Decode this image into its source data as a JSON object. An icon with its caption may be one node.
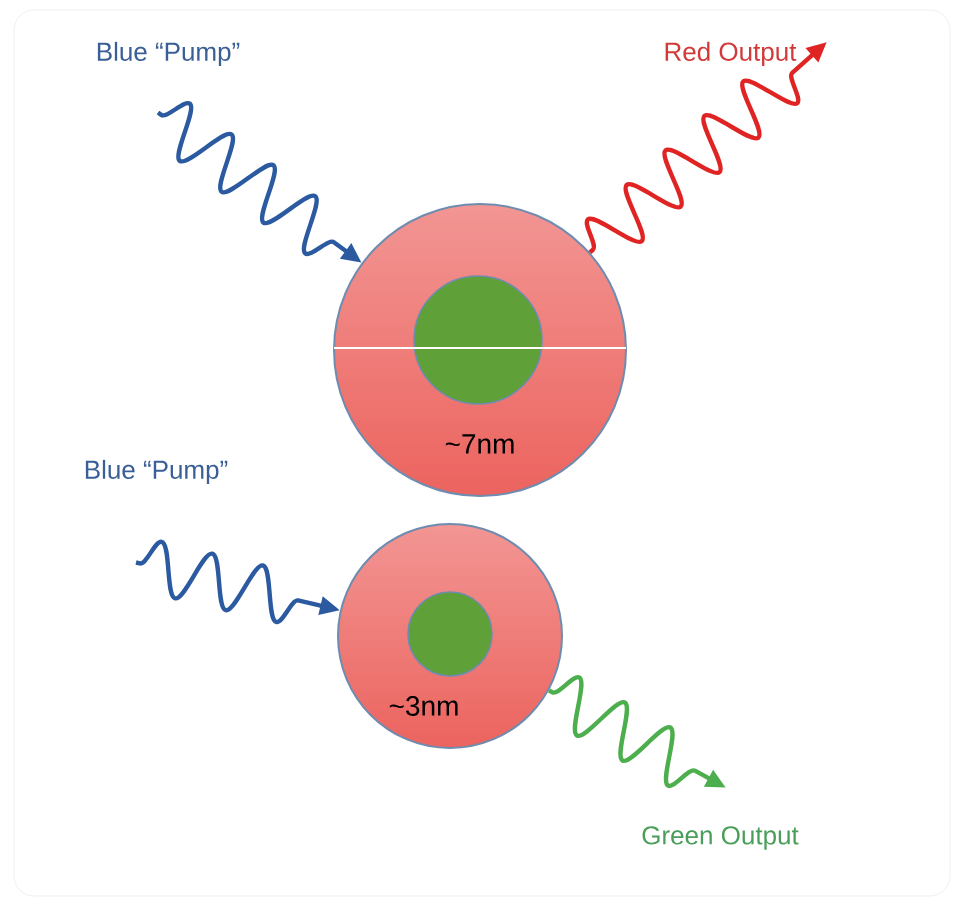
{
  "diagram": {
    "nodes": [
      {
        "text": [
          "Blue “Pump”"
        ]
      },
      {
        "text": [
          "~7nm"
        ]
      },
      {
        "text": [],
        "shape": "circle",
        "in": 1
      },
      {
        "text": [
          "Red Output"
        ]
      },
      {
        "text": [
          "Blue “Pump”"
        ]
      },
      {
        "text": [
          "~3nm"
        ]
      },
      {
        "text": [],
        "shape": "circle",
        "in": 5
      },
      {
        "text": [
          "Green Output"
        ]
      }
    ],
    "edges": [
      {
        "from": 0,
        "to": 1,
        "arrow": "to",
        "color": "#2c5aa0"
      },
      {
        "from": 1,
        "to": 3,
        "arrow": "to",
        "color": "#e02424"
      },
      {
        "from": 4,
        "to": 5,
        "arrow": "to",
        "color": "#2c5aa0"
      },
      {
        "from": 5,
        "to": 7,
        "arrow": "to",
        "color": "#4cae4c"
      }
    ]
  }
}
